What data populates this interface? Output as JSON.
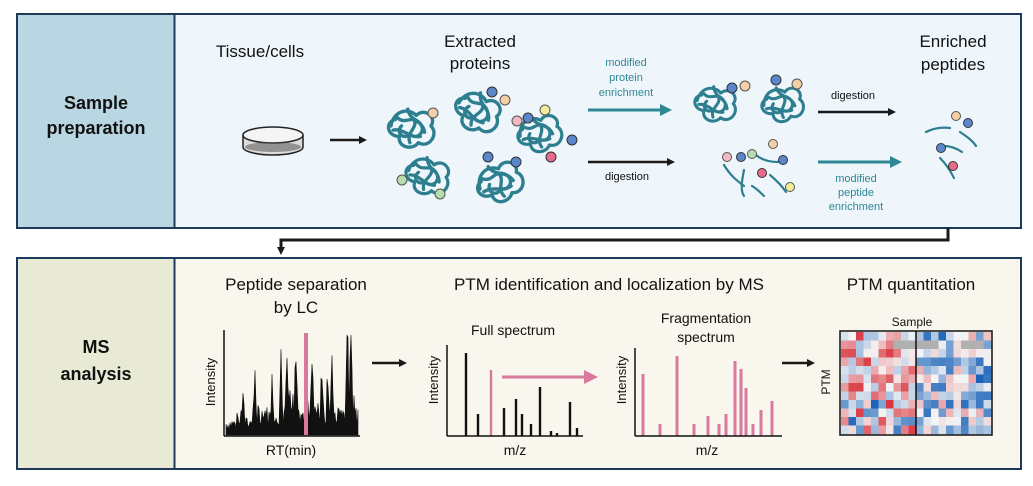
{
  "sample_prep": {
    "side_label_1": "Sample",
    "side_label_2": "preparation",
    "tissue_label": "Tissue/cells",
    "extracted_1": "Extracted",
    "extracted_2": "proteins",
    "mod_protein_1": "modified",
    "mod_protein_2": "protein",
    "mod_protein_3": "enrichment",
    "digestion_top": "digestion",
    "digestion_bottom": "digestion",
    "mod_peptide_1": "modified",
    "mod_peptide_2": "peptide",
    "mod_peptide_3": "enrichment",
    "enriched_1": "Enriched",
    "enriched_2": "peptides"
  },
  "ms_analysis": {
    "side_label_1": "MS",
    "side_label_2": "analysis",
    "lc_title_1": "Peptide separation",
    "lc_title_2": "by LC",
    "lc_ylabel": "Intensity",
    "lc_xlabel": "RT(min)",
    "ptm_id_title": "PTM identification and localization by MS",
    "full_spectrum": "Full spectrum",
    "full_ylabel": "Intensity",
    "full_xlabel": "m/z",
    "frag_title_1": "Fragmentation",
    "frag_title_2": "spectrum",
    "frag_ylabel": "Intensity",
    "frag_xlabel": "m/z",
    "quant_title": "PTM quantitation",
    "heatmap_xlabel": "Sample",
    "heatmap_ylabel": "PTM"
  },
  "colors": {
    "teal": "#2f8795",
    "protein_teal": "#2d7f90",
    "pink": "#d9799e",
    "prep_side": "#b9d6e3",
    "ms_side": "#e9ead6",
    "prep_bg": "#eef6fb",
    "ms_bg": "#f8f6ed",
    "heat_red": "#d6202a",
    "heat_blue": "#1b63b8",
    "mod_blue": "#5a86cc",
    "mod_peach": "#f3cfa8",
    "mod_pink": "#e86b8a",
    "mod_yellow": "#f2ec9a",
    "mod_green": "#b6dcb0"
  }
}
